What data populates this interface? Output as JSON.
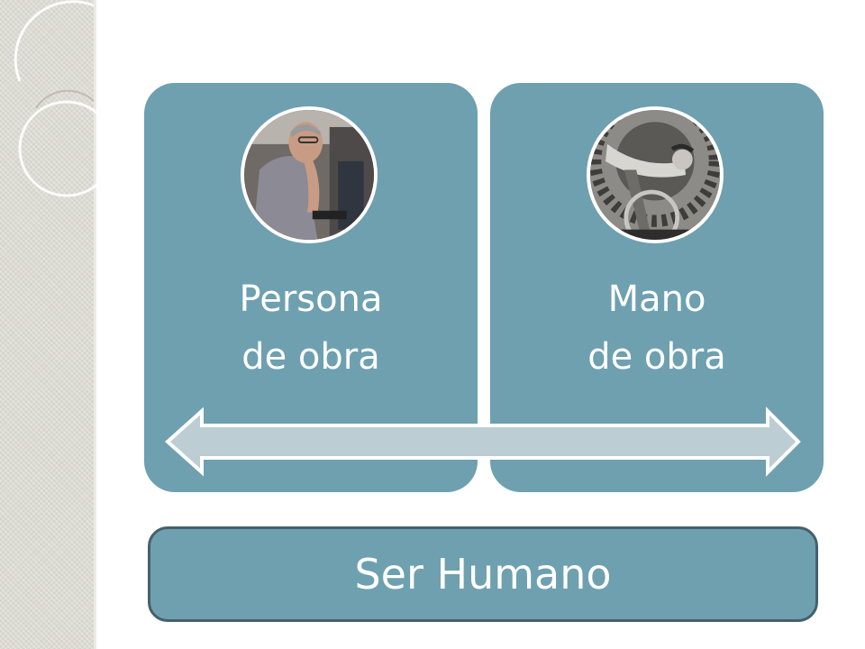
{
  "diagram": {
    "panels": [
      {
        "line1": "Persona",
        "line2": "de obra",
        "photo_icon": "person-at-computer-photo"
      },
      {
        "line1": "Mano",
        "line2": "de obra",
        "photo_icon": "worker-in-machine-photo"
      }
    ],
    "base_label": "Ser Humano",
    "arrow": "double-headed-arrow"
  },
  "colors": {
    "panel": "#6ea0b0",
    "base_border": "#46606b",
    "arrow_fill": "#bccdd4",
    "text": "#ffffff",
    "sidebar": "#dcdad3"
  }
}
